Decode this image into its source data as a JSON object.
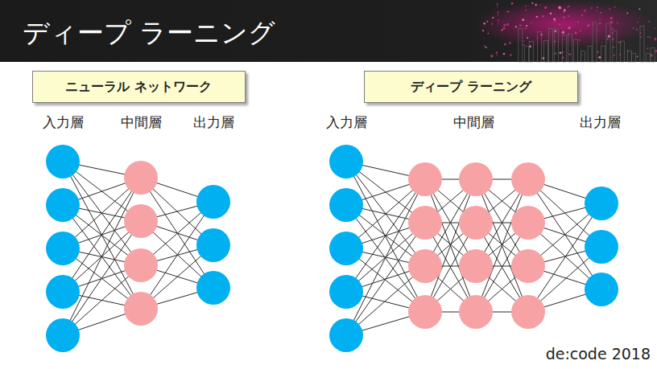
{
  "diagram": {
    "title": "ディープ ラーニング",
    "nodes": [
      {
        "text": [
          "ニューラル ネットワーク"
        ]
      },
      {
        "text": [
          "ディープ ラーニング"
        ]
      }
    ],
    "labels": [
      "入力層",
      "中間層",
      "出力層",
      "入力層",
      "中間層",
      "出力層",
      "de:code 2018"
    ]
  }
}
